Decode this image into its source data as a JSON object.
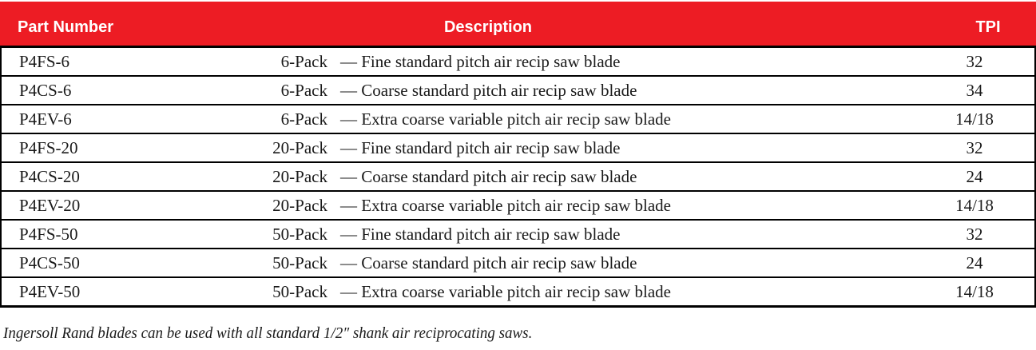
{
  "table": {
    "headers": {
      "part": "Part Number",
      "desc": "Description",
      "tpi": "TPI"
    },
    "dash": "—",
    "rows": [
      {
        "part": "P4FS-6",
        "pack": "6-Pack",
        "desc": "Fine standard pitch air recip saw blade",
        "tpi": "32"
      },
      {
        "part": "P4CS-6",
        "pack": "6-Pack",
        "desc": "Coarse standard pitch air recip saw blade",
        "tpi": "34"
      },
      {
        "part": "P4EV-6",
        "pack": "6-Pack",
        "desc": "Extra coarse variable pitch air recip saw blade",
        "tpi": "14/18"
      },
      {
        "part": "P4FS-20",
        "pack": "20-Pack",
        "desc": "Fine standard pitch air recip saw blade",
        "tpi": "32"
      },
      {
        "part": "P4CS-20",
        "pack": "20-Pack",
        "desc": "Coarse standard pitch air recip saw blade",
        "tpi": "24"
      },
      {
        "part": "P4EV-20",
        "pack": "20-Pack",
        "desc": "Extra coarse variable pitch air recip saw blade",
        "tpi": "14/18"
      },
      {
        "part": "P4FS-50",
        "pack": "50-Pack",
        "desc": "Fine standard pitch air recip saw blade",
        "tpi": "32"
      },
      {
        "part": "P4CS-50",
        "pack": "50-Pack",
        "desc": "Coarse standard pitch air recip saw blade",
        "tpi": "24"
      },
      {
        "part": "P4EV-50",
        "pack": "50-Pack",
        "desc": "Extra coarse variable pitch air recip saw blade",
        "tpi": "14/18"
      }
    ]
  },
  "footnote": "Ingersoll Rand blades can be used with all standard 1/2″ shank air reciprocating saws.",
  "colors": {
    "header_red": "#ED1C24",
    "header_text": "#FFFFFF",
    "body_text": "#1A1A1A",
    "line": "#000000"
  }
}
